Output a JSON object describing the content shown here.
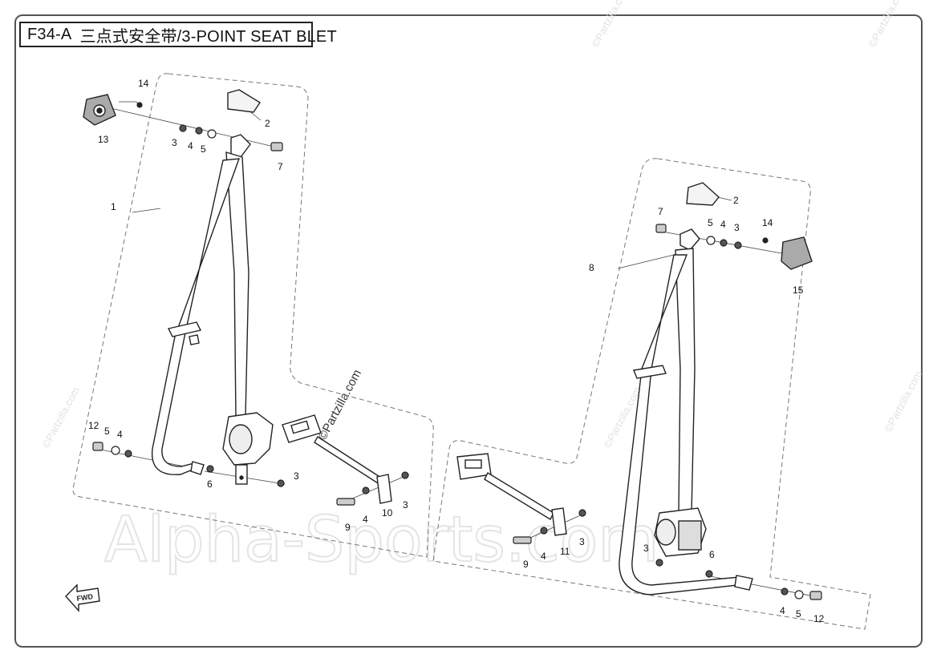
{
  "title": {
    "code": "F34-A",
    "text": "三点式安全带/3-POINT SEAT BLET"
  },
  "watermarks": {
    "partzilla": "©Partzilla.com",
    "partzilla_center": "©Partzilla.com",
    "alpha": "Alpha-Sports.com"
  },
  "fwd_label": "FWD",
  "labels": [
    {
      "id": "l14a",
      "text": "14"
    },
    {
      "id": "l13",
      "text": "13"
    },
    {
      "id": "l2a",
      "text": "2"
    },
    {
      "id": "l3a",
      "text": "3"
    },
    {
      "id": "l4a",
      "text": "4"
    },
    {
      "id": "l5a",
      "text": "5"
    },
    {
      "id": "l7a",
      "text": "7"
    },
    {
      "id": "l1",
      "text": "1"
    },
    {
      "id": "l12a",
      "text": "12"
    },
    {
      "id": "l5b",
      "text": "5"
    },
    {
      "id": "l4b",
      "text": "4"
    },
    {
      "id": "l6a",
      "text": "6"
    },
    {
      "id": "l3b",
      "text": "3"
    },
    {
      "id": "l9a",
      "text": "9"
    },
    {
      "id": "l4c",
      "text": "4"
    },
    {
      "id": "l10",
      "text": "10"
    },
    {
      "id": "l3c",
      "text": "3"
    },
    {
      "id": "l2b",
      "text": "2"
    },
    {
      "id": "l7b",
      "text": "7"
    },
    {
      "id": "l5c",
      "text": "5"
    },
    {
      "id": "l4d",
      "text": "4"
    },
    {
      "id": "l3d",
      "text": "3"
    },
    {
      "id": "l14b",
      "text": "14"
    },
    {
      "id": "l15",
      "text": "15"
    },
    {
      "id": "l8",
      "text": "8"
    },
    {
      "id": "l9b",
      "text": "9"
    },
    {
      "id": "l4e",
      "text": "4"
    },
    {
      "id": "l11",
      "text": "11"
    },
    {
      "id": "l3e",
      "text": "3"
    },
    {
      "id": "l3f",
      "text": "3"
    },
    {
      "id": "l6b",
      "text": "6"
    },
    {
      "id": "l4f",
      "text": "4"
    },
    {
      "id": "l5d",
      "text": "5"
    },
    {
      "id": "l12b",
      "text": "12"
    }
  ]
}
